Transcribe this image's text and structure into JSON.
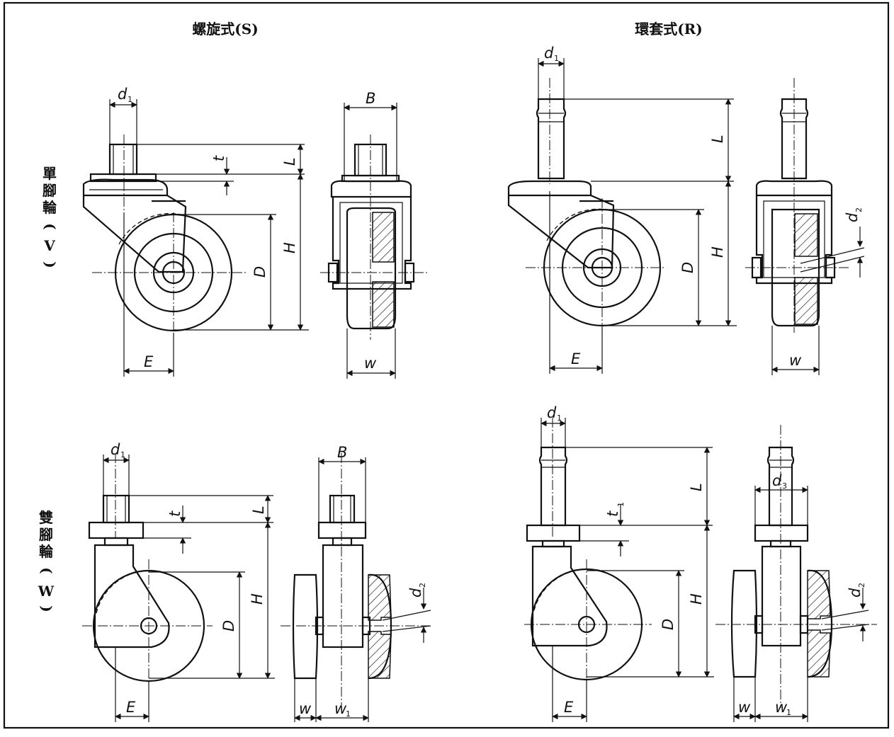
{
  "columns": {
    "screw": "螺旋式(S)",
    "ring": "環套式(R)"
  },
  "rows": {
    "single": [
      "單",
      "腳",
      "輪",
      "(",
      "V",
      ")"
    ],
    "double": [
      "雙",
      "腳",
      "輪",
      "(",
      "W",
      ")"
    ]
  },
  "dims": {
    "d": "d",
    "sub1": "1",
    "sub2": "2",
    "sub3": "3",
    "B": "B",
    "t": "t",
    "L": "L",
    "H": "H",
    "D": "D",
    "E": "E",
    "w": "w"
  }
}
